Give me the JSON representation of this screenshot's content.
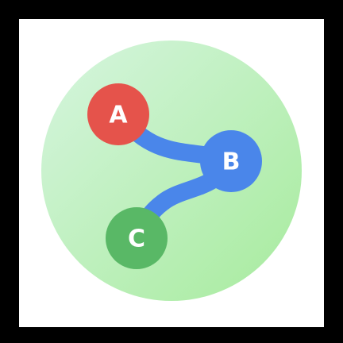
{
  "icon": {
    "name": "graph-path-icon",
    "background": {
      "gradient_start": "#d6f5df",
      "gradient_end": "#a7eb9d"
    },
    "connector_color": "#4a86ea",
    "label_color": "#ffffff",
    "nodes": [
      {
        "label": "A",
        "color": "#e5534b"
      },
      {
        "label": "B",
        "color": "#4a86ea"
      },
      {
        "label": "C",
        "color": "#59b866"
      }
    ]
  }
}
